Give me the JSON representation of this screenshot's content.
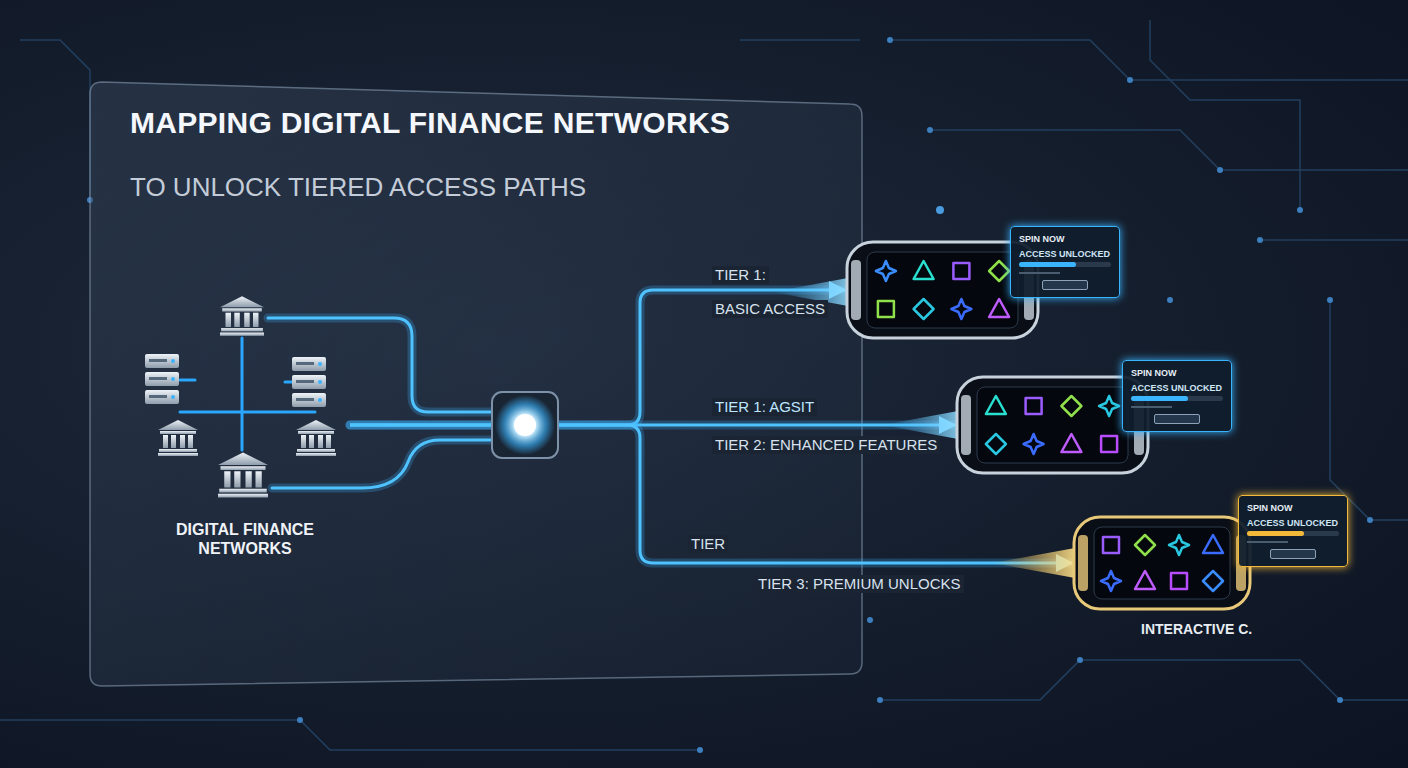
{
  "diagram": {
    "title": "MAPPING DIGITAL FINANCE NETWORKS",
    "nodes": [
      {
        "text": [
          "DIGITAL FINANCE NETWORKS"
        ]
      },
      {
        "text": [
          "SPIN NOW",
          "ACCESS UNLOCKED"
        ]
      },
      {
        "text": [
          "SPIN NOW",
          "ACCESS UNLOCKED"
        ]
      },
      {
        "text": [
          "SPIN NOW",
          "ACCESS UNLOCKED",
          "INTERACTIVE C."
        ]
      }
    ],
    "edges": [
      {
        "from": 0,
        "to": 1,
        "arrow": "to"
      },
      {
        "from": 0,
        "to": 2,
        "arrow": "to"
      },
      {
        "from": 0,
        "to": 3,
        "arrow": "to"
      }
    ],
    "labels": [
      "TO UNLOCK TIERED ACCESS PATHS",
      "TIER 1:",
      "BASIC ACCESS",
      "TIER 1: AGSIT",
      "TIER 2: ENHANCED FEATURES",
      "TIER",
      "TIER 3: PREMIUM UNLOCKS"
    ]
  }
}
